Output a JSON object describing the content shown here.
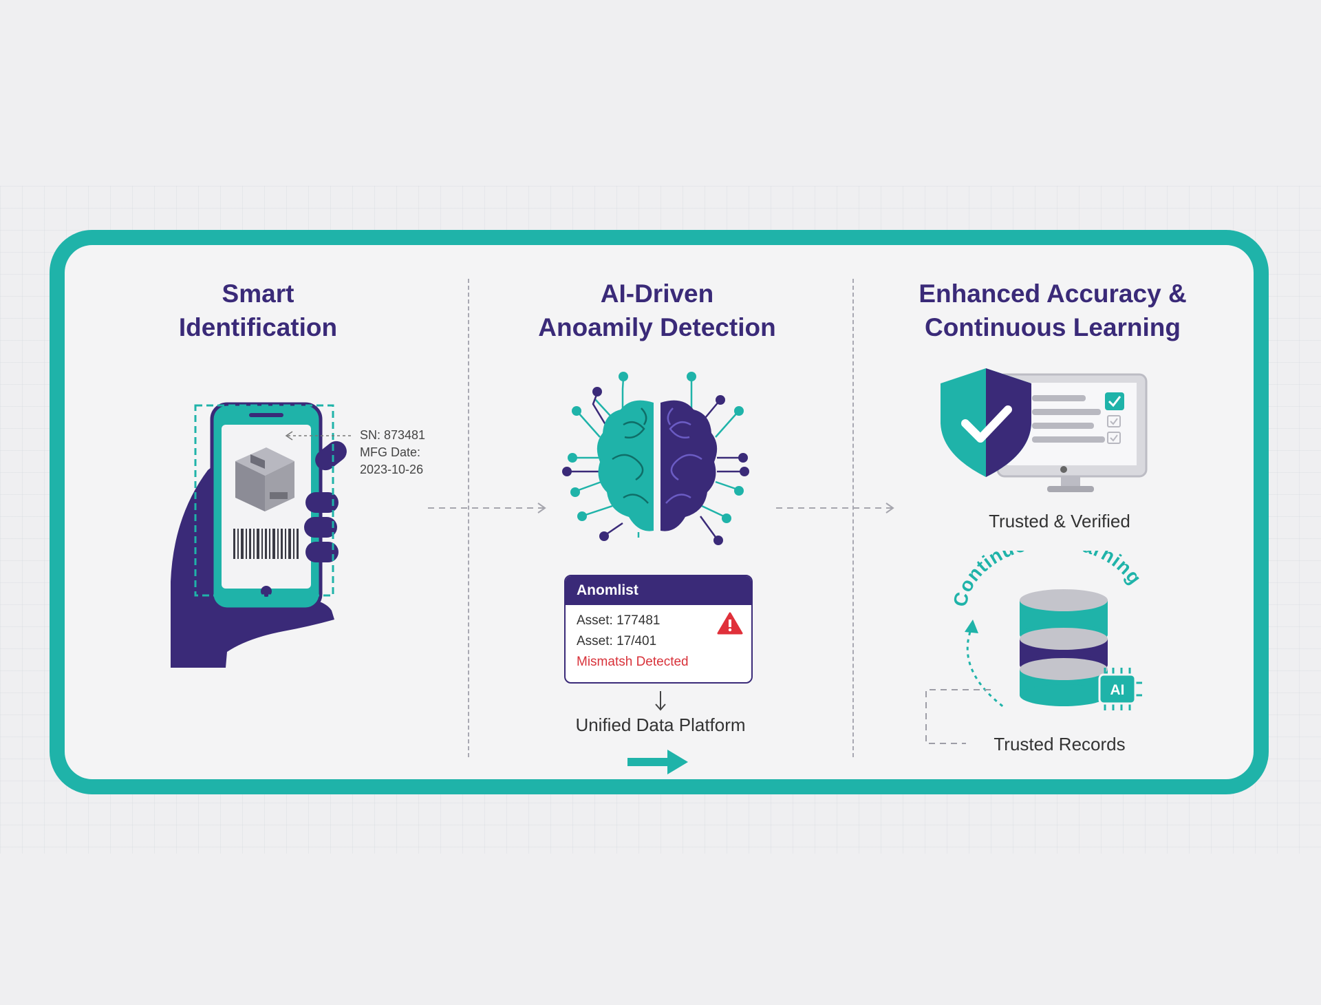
{
  "columns": [
    {
      "title_lines": [
        "Smart",
        "Identification"
      ]
    },
    {
      "title_lines": [
        "AI-Driven",
        "Anoamily Detection"
      ]
    },
    {
      "title_lines": [
        "Enhanced Accuracy &",
        "Continuous Learning"
      ]
    }
  ],
  "scan": {
    "serial": "SN: 873481",
    "mfg_label": "MFG Date:",
    "mfg_date": "2023-10-26"
  },
  "alert": {
    "title": "Anomlist",
    "asset_1": "Asset: 177481",
    "asset_2": "Asset: 17/401",
    "status": "Mismatsh Detected"
  },
  "platform_label": "Unified Data Platform",
  "verified_label": "Trusted & Verified",
  "learning_label": "Continuous Learning",
  "chip_label": "AI",
  "records_label": "Trusted Records",
  "colors": {
    "teal": "#1fb3a9",
    "purple": "#3a2a78",
    "alert_red": "#d8323a",
    "background": "#efeff1"
  }
}
